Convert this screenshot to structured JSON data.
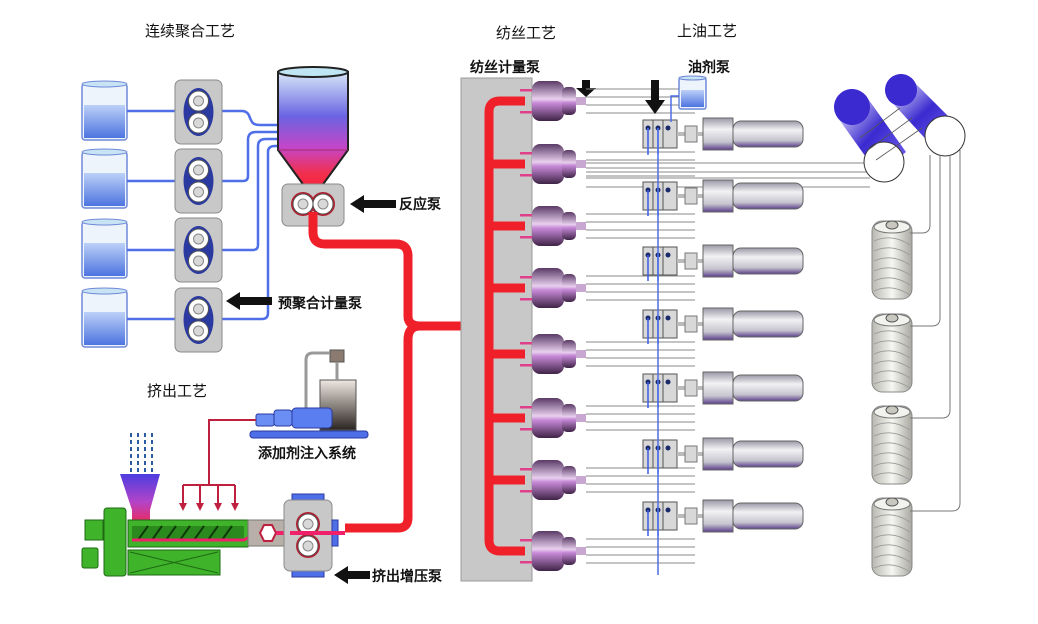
{
  "sections": {
    "polymerization": "连续聚合工艺",
    "spinning": "纺丝工艺",
    "oiling": "上油工艺",
    "extrusion": "挤出工艺"
  },
  "components": {
    "spinning_metering_pump": "纺丝计量泵",
    "oil_pump": "油剂泵",
    "reaction_pump": "反应泵",
    "prepolymer_metering_pump": "预聚合计量泵",
    "additive_injection_system": "添加剂注入系统",
    "extrusion_booster_pump": "挤出增压泵"
  },
  "counts": {
    "raw_material_tanks": 4,
    "spinning_positions": 8,
    "oiling_units": 7,
    "take_up_bobbins": 4,
    "godet_rolls": 2
  },
  "colors": {
    "melt": "#f0202a",
    "raw_material": "#4f6fe8",
    "pump_body": "#c8c8c8",
    "extruder": "#3fb32a",
    "spin_pack": "#7a4a86",
    "roll": "#4a3bd0"
  }
}
